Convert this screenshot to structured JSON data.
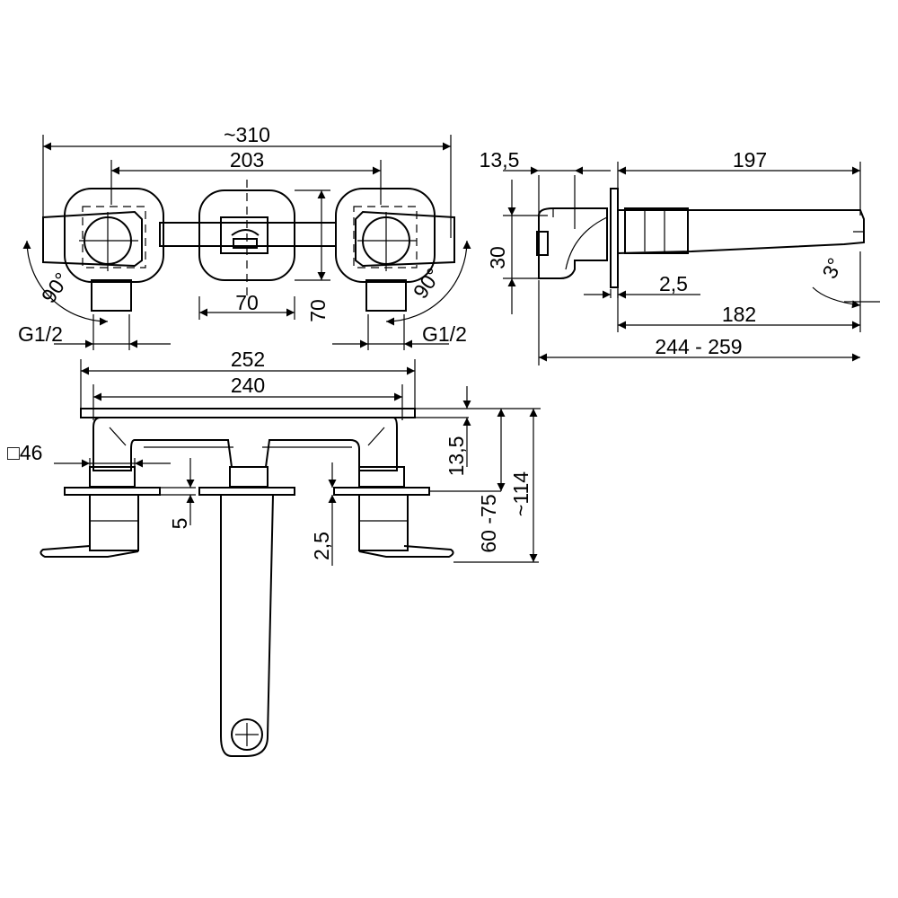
{
  "dimensions": {
    "overall_width": "~310",
    "handle_spacing": "203",
    "escutcheon_width": "70",
    "escutcheon_height": "70",
    "rotation_left": "90°",
    "rotation_right": "90°",
    "connection_left": "G1/2",
    "connection_right": "G1/2",
    "wall_offset": "13,5",
    "spout_length": "197",
    "spout_height": "30",
    "rosette_thickness": "2,5",
    "spout_reach": "182",
    "total_projection": "244 - 259",
    "spout_angle": "3°",
    "body_width": "252",
    "body_inner_width": "240",
    "handle_square": "□46",
    "rosette_gap": "5",
    "rosette_gap_right": "2,5",
    "body_depth_top": "13,5",
    "installation_depth": "60 -75",
    "total_depth": "~114"
  }
}
